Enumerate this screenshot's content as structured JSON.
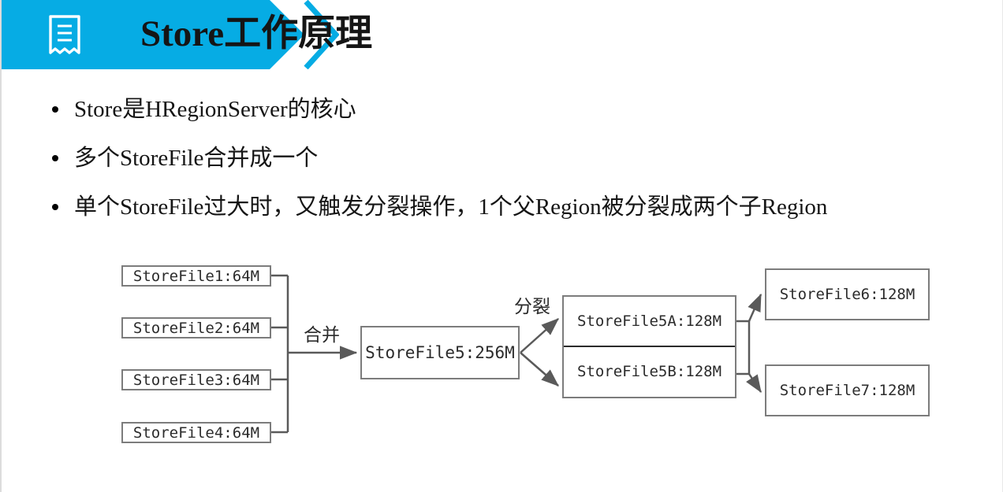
{
  "slide": {
    "title": "Store工作原理",
    "header_icon": "receipt-document-icon",
    "accent_color": "#06ace4",
    "text_color": "#151515"
  },
  "bullets": [
    {
      "text": "Store是HRegionServer的核心"
    },
    {
      "text": "多个StoreFile合并成一个"
    },
    {
      "text": "单个StoreFile过大时，又触发分裂操作，1个父Region被分裂成两个子Region"
    }
  ],
  "diagram": {
    "source_files": [
      {
        "label": "StoreFile1:64M"
      },
      {
        "label": "StoreFile2:64M"
      },
      {
        "label": "StoreFile3:64M"
      },
      {
        "label": "StoreFile4:64M"
      }
    ],
    "merged_file": {
      "label": "StoreFile5:256M"
    },
    "split_parts": [
      {
        "label": "StoreFile5A:128M"
      },
      {
        "label": "StoreFile5B:128M"
      }
    ],
    "result_files": [
      {
        "label": "StoreFile6:128M"
      },
      {
        "label": "StoreFile7:128M"
      }
    ],
    "edge_labels": {
      "merge": "合并",
      "split": "分裂"
    },
    "line_color": "#5a5a5a",
    "box_border_color": "#7c7c7c"
  }
}
